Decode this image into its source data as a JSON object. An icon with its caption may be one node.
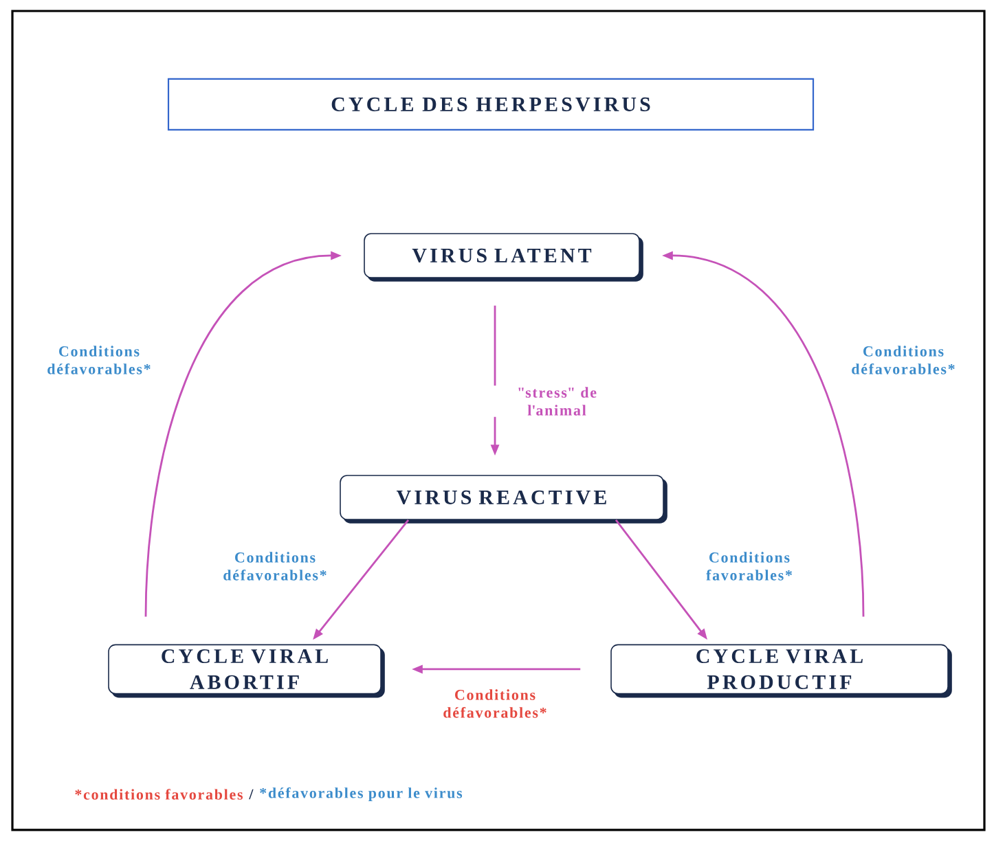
{
  "diagram": {
    "title": "CYCLE DES HERPESVIRUS",
    "nodes": [
      {
        "text": [
          "VIRUS LATENT"
        ]
      },
      {
        "text": [
          "VIRUS REACTIVE"
        ]
      },
      {
        "text": [
          "CYCLE VIRAL ABORTIF"
        ]
      },
      {
        "text": [
          "CYCLE VIRAL PRODUCTIF"
        ]
      }
    ],
    "edges": [
      {
        "from": 0,
        "to": 1,
        "arrow": "to",
        "label": "\"stress\" de l'animal"
      },
      {
        "from": 1,
        "to": 2,
        "arrow": "to",
        "label": "Conditions défavorables*"
      },
      {
        "from": 1,
        "to": 3,
        "arrow": "to",
        "label": "Conditions favorables*"
      },
      {
        "from": 3,
        "to": 2,
        "arrow": "to",
        "label": "Conditions défavorables*"
      },
      {
        "from": 2,
        "to": 0,
        "arrow": "to",
        "label": "Conditions défavorables*"
      },
      {
        "from": 3,
        "to": 0,
        "arrow": "to",
        "label": "Conditions défavorables*"
      }
    ],
    "labels": [
      "*conditions favorables",
      "/",
      "*défavorables pour le virus"
    ]
  }
}
